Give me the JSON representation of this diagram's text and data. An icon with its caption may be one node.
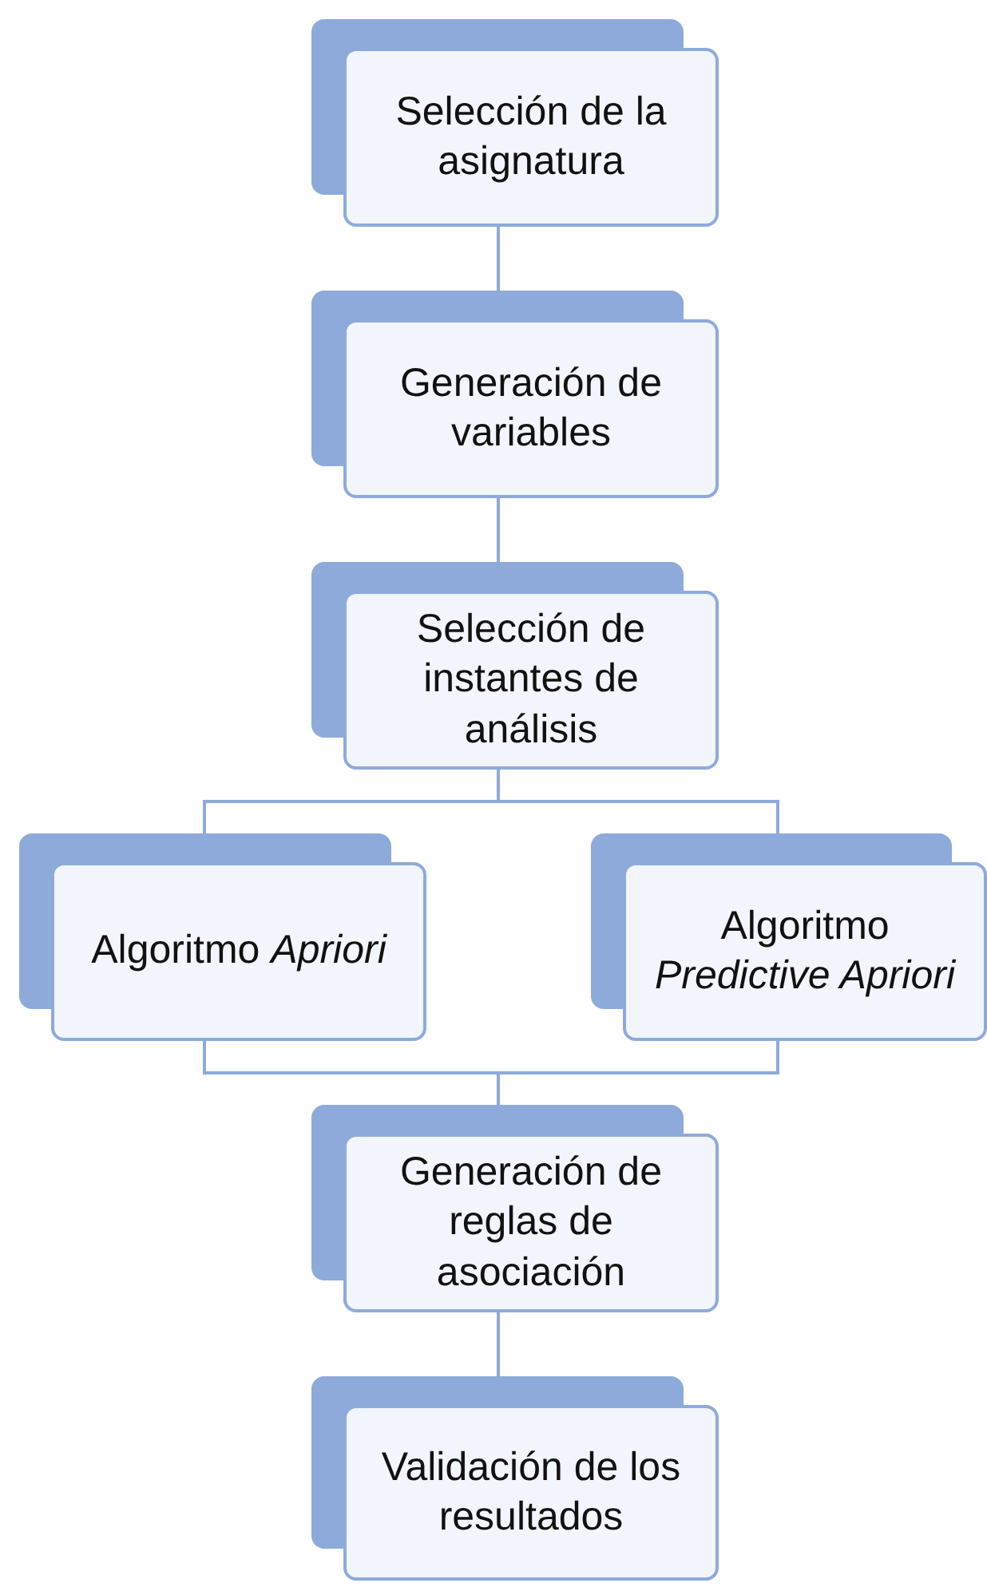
{
  "diagram": {
    "nodes": [
      {
        "text": [
          "Selección de la asignatura"
        ]
      },
      {
        "text": [
          "Generación de variables"
        ]
      },
      {
        "text": [
          "Selección de instantes de análisis"
        ]
      },
      {
        "text": [
          "Algoritmo *Apriori*"
        ]
      },
      {
        "text": [
          "Algoritmo *Predictive Apriori*"
        ]
      },
      {
        "text": [
          "Generación de reglas de asociación"
        ]
      },
      {
        "text": [
          "Validación de los resultados"
        ]
      }
    ],
    "edges": [
      {
        "from": 0,
        "to": 1,
        "arrow": "none"
      },
      {
        "from": 1,
        "to": 2,
        "arrow": "none"
      },
      {
        "from": 2,
        "to": 3,
        "arrow": "none"
      },
      {
        "from": 2,
        "to": 4,
        "arrow": "none"
      },
      {
        "from": 3,
        "to": 5,
        "arrow": "none"
      },
      {
        "from": 4,
        "to": 5,
        "arrow": "none"
      },
      {
        "from": 5,
        "to": 6,
        "arrow": "none"
      }
    ]
  }
}
